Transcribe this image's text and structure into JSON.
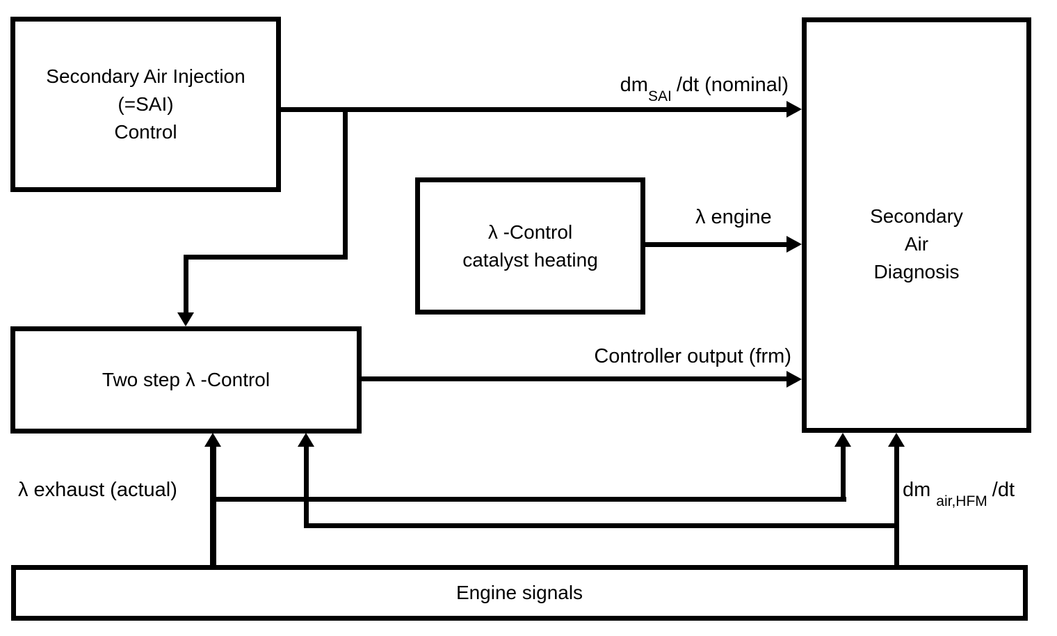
{
  "diagram": {
    "background_color": "#ffffff",
    "line_color": "#000000",
    "boxes": {
      "sai_control": {
        "lines": [
          "Secondary Air Injection",
          "(=SAI)",
          "Control"
        ]
      },
      "catalyst_heating": {
        "lines": [
          "λ -Control",
          "catalyst heating"
        ]
      },
      "secondary_air_diagnosis": {
        "lines": [
          "Secondary",
          "Air",
          "Diagnosis"
        ]
      },
      "two_step_lambda_control": {
        "lines": [
          "Two step λ -Control"
        ]
      },
      "engine_signals": {
        "lines": [
          "Engine signals"
        ]
      }
    },
    "signal_labels": {
      "dm_sai": {
        "prefix": "dm",
        "subscript": "SAI",
        "suffix": "/dt (nominal)"
      },
      "lambda_engine": "λ engine",
      "controller_output": "Controller output (frm)",
      "lambda_exhaust": "λ exhaust (actual)",
      "dm_air_hfm": {
        "prefix": "dm",
        "subscript": "air,HFM",
        "suffix": "/dt"
      }
    }
  }
}
